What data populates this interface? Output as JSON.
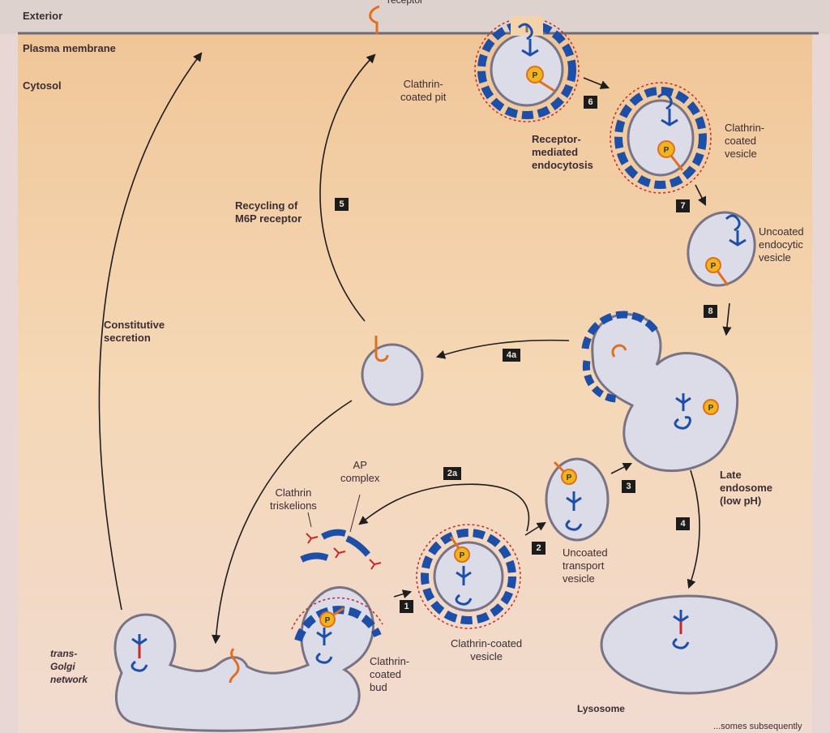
{
  "regions": {
    "exterior": "Exterior",
    "plasma_membrane": "Plasma membrane",
    "cytosol": "Cytosol",
    "receptor_partial": "receptor"
  },
  "labels": {
    "clathrin_coated_pit": "Clathrin-\ncoated pit",
    "receptor_mediated_endocytosis": "Receptor-\nmediated\nendocytosis",
    "clathrin_coated_vesicle_top": "Clathrin-\ncoated\nvesicle",
    "uncoated_endocytic_vesicle": "Uncoated\nendocytic\nvesicle",
    "recycling_m6p_receptor": "Recycling of\nM6P receptor",
    "constitutive_secretion": "Constitutive\nsecretion",
    "late_endosome": "Late\nendosome\n(low pH)",
    "ap_complex": "AP\ncomplex",
    "clathrin_triskelions": "Clathrin\ntriskelions",
    "uncoated_transport_vesicle": "Uncoated\ntransport\nvesicle",
    "clathrin_coated_vesicle_bottom": "Clathrin-coated\nvesicle",
    "clathrin_coated_bud": "Clathrin-\ncoated\nbud",
    "trans_golgi_network": "trans-\nGolgi\nnetwork",
    "lysosome": "Lysosome",
    "footer_fragment": "...somes subsequently"
  },
  "steps": {
    "s1": "1",
    "s2": "2",
    "s2a": "2a",
    "s3": "3",
    "s4": "4",
    "s4a": "4a",
    "s5": "5",
    "s6": "6",
    "s7": "7",
    "s8": "8"
  },
  "phosphate_symbol": "P",
  "colors": {
    "cytosol": "#f3cda4",
    "vesicle_fill": "#dcdbe8",
    "membrane": "#787385",
    "clathrin": "#1e4fa8",
    "receptor": "#e0701e",
    "triskelion_red": "#c8282a",
    "phosphate": "#f0b41c"
  }
}
